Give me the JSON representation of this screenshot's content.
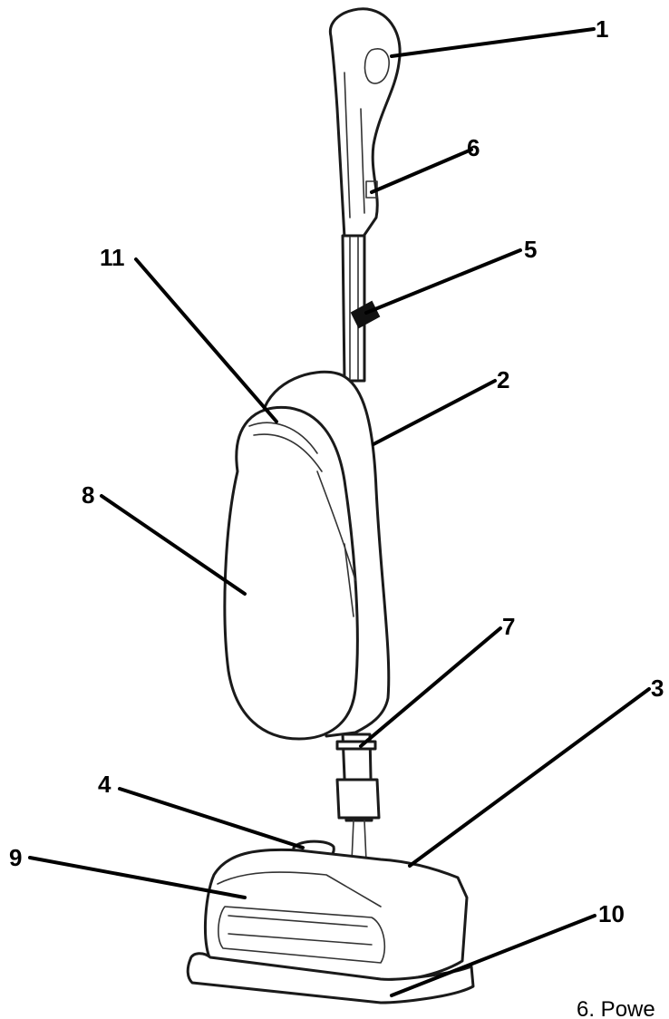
{
  "diagram": {
    "callouts": [
      {
        "id": "1",
        "label": "1"
      },
      {
        "id": "2",
        "label": "2"
      },
      {
        "id": "3",
        "label": "3"
      },
      {
        "id": "4",
        "label": "4"
      },
      {
        "id": "5",
        "label": "5"
      },
      {
        "id": "6",
        "label": "6"
      },
      {
        "id": "7",
        "label": "7"
      },
      {
        "id": "8",
        "label": "8"
      },
      {
        "id": "9",
        "label": "9"
      },
      {
        "id": "10",
        "label": "10"
      },
      {
        "id": "11",
        "label": "11"
      }
    ],
    "caption_fragment": "6. Powe"
  }
}
